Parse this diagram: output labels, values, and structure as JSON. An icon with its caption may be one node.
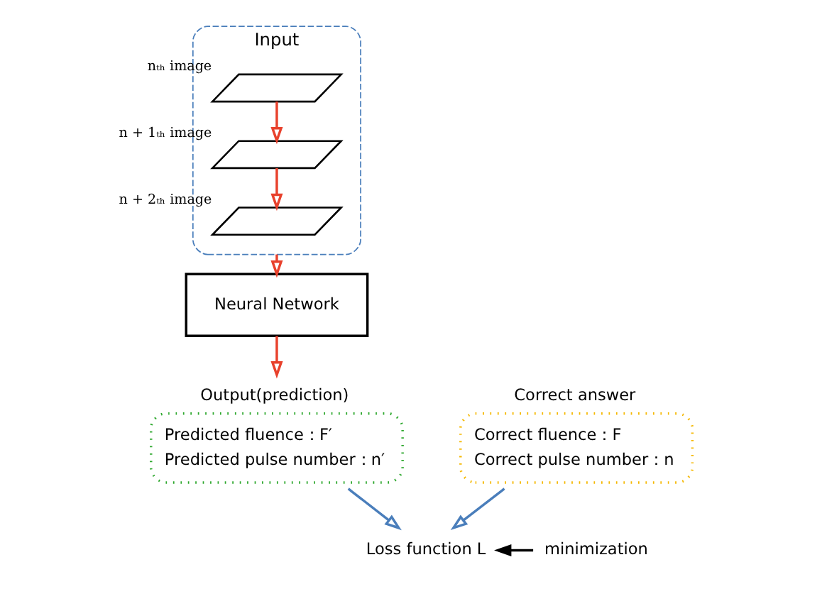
{
  "diagram": {
    "nodes": [
      {
        "text": [
          "Input"
        ]
      },
      {
        "text": [],
        "shape": "parallelogram",
        "in": 0,
        "beside": [
          "nₜₕ image"
        ]
      },
      {
        "text": [],
        "shape": "parallelogram",
        "in": 0,
        "beside": [
          "n + 1ₜₕ image"
        ]
      },
      {
        "text": [],
        "shape": "parallelogram",
        "in": 0,
        "beside": [
          "n + 2ₜₕ image"
        ]
      },
      {
        "text": [
          "Neural Network"
        ]
      },
      {
        "text": [
          "Correct answer",
          "Correct fluence：F",
          "Correct pulse number：n"
        ]
      },
      {
        "text": [
          "Output(prediction)",
          "Predicted fluence：F′",
          "Predicted pulse number：n′"
        ]
      },
      {
        "text": [
          "Loss function L"
        ]
      },
      {
        "text": [
          "minimization"
        ]
      }
    ],
    "edges": [
      {
        "from": 1,
        "to": 2,
        "arrow": "to"
      },
      {
        "from": 2,
        "to": 3,
        "arrow": "to"
      },
      {
        "from": 0,
        "to": 4,
        "arrow": "to"
      },
      {
        "from": 4,
        "to": 6,
        "arrow": "to"
      },
      {
        "from": 5,
        "to": 7,
        "arrow": "to",
        "color": "#4a7ebb"
      },
      {
        "from": 6,
        "to": 7,
        "arrow": "to",
        "color": "#4a7ebb"
      },
      {
        "from": 8,
        "to": 7,
        "arrow": "to",
        "color": "#000000"
      }
    ]
  }
}
